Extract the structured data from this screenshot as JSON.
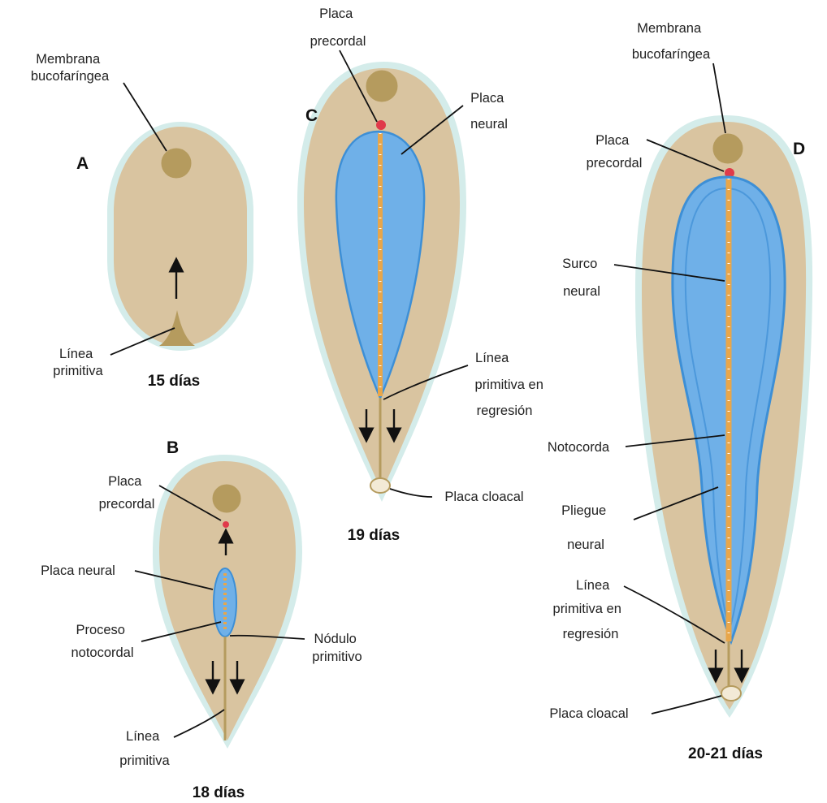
{
  "colors": {
    "embryo": "#d9c4a0",
    "halo": "#d4ecea",
    "neural_plate": "#6fb0e8",
    "neural_plate_edge": "#3d8fd6",
    "notochord": "#e8a64a",
    "membrane": "#b59b5e",
    "precordal": "#e03a4a"
  },
  "panels": {
    "a": {
      "letter": "A",
      "days": "15 días",
      "labels": {
        "membrane": [
          "Membrana",
          "bucofaríngea"
        ],
        "streak": [
          "Línea",
          "primitiva"
        ]
      }
    },
    "b": {
      "letter": "B",
      "days": "18 días",
      "labels": {
        "precordal": [
          "Placa",
          "precordal"
        ],
        "neural_plate": [
          "Placa neural"
        ],
        "process": [
          "Proceso",
          "notocordal"
        ],
        "node": [
          "Nódulo",
          "primitivo"
        ],
        "streak": [
          "Línea",
          "primitiva"
        ]
      }
    },
    "c": {
      "letter": "C",
      "days": "19 días",
      "labels": {
        "precordal": [
          "Placa",
          "precordal"
        ],
        "neural_plate": [
          "Placa",
          "neural"
        ],
        "streak": [
          "Línea",
          "primitiva en",
          "regresión"
        ],
        "cloacal": [
          "Placa cloacal"
        ]
      }
    },
    "d": {
      "letter": "D",
      "days": "20-21 días",
      "labels": {
        "membrane": [
          "Membrana",
          "bucofaríngea"
        ],
        "precordal": [
          "Placa",
          "precordal"
        ],
        "groove": [
          "Surco",
          "neural"
        ],
        "notochord": [
          "Notocorda"
        ],
        "fold": [
          "Pliegue",
          "neural"
        ],
        "streak": [
          "Línea",
          "primitiva en",
          "regresión"
        ],
        "cloacal": [
          "Placa cloacal"
        ]
      }
    }
  }
}
